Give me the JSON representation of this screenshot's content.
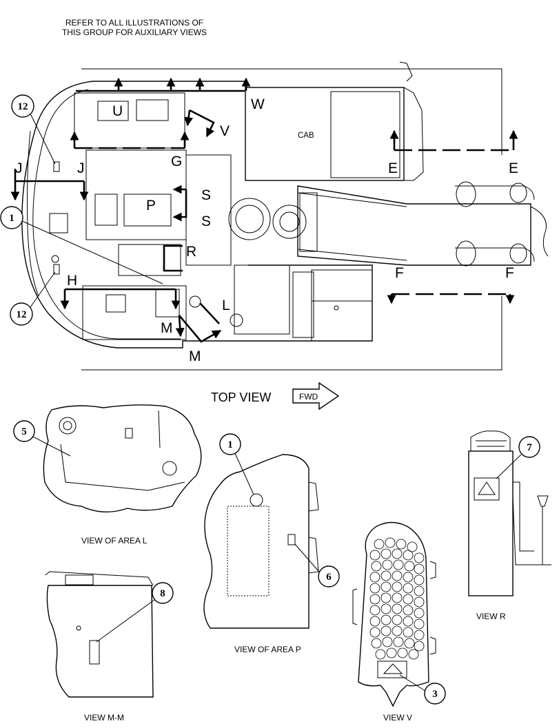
{
  "note": {
    "line1": "REFER TO ALL ILLUSTRATIONS OF",
    "line2": "THIS GROUP FOR AUXILIARY VIEWS"
  },
  "top_view": {
    "title": "TOP VIEW",
    "fwd_label": "FWD",
    "cab_label": "CAB",
    "section_letters": {
      "U": "U",
      "V": "V",
      "W": "W",
      "G": "G",
      "J": "J",
      "S": "S",
      "P": "P",
      "R": "R",
      "H": "H",
      "L": "L",
      "M": "M",
      "E": "E",
      "F": "F"
    },
    "callouts": {
      "c12": "12",
      "c1": "1"
    }
  },
  "views": {
    "area_l": {
      "caption": "VIEW OF AREA L",
      "callout": "5"
    },
    "area_p": {
      "caption": "VIEW OF AREA P",
      "callouts": [
        "1",
        "6"
      ]
    },
    "view_r": {
      "caption": "VIEW R",
      "callout": "7"
    },
    "view_mm": {
      "caption": "VIEW M-M",
      "callout": "8"
    },
    "view_v": {
      "caption": "VIEW V",
      "callout": "3"
    }
  }
}
